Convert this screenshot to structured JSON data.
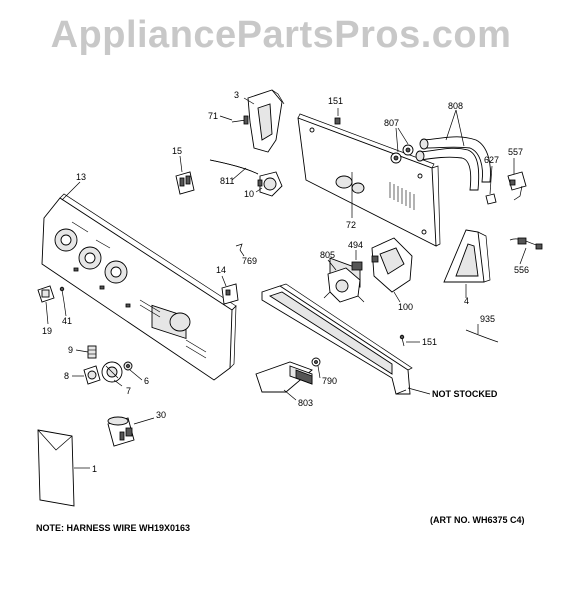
{
  "watermark": "AppliancePartsPros.com",
  "notes": {
    "harness": "NOTE: HARNESS WIRE WH19X0163",
    "art_no": "(ART NO. WH6375 C4)",
    "not_stocked": "NOT STOCKED"
  },
  "labels": {
    "p3": "3",
    "p71": "71",
    "p151a": "151",
    "p807": "807",
    "p808": "808",
    "p15": "15",
    "p811": "811",
    "p10": "10",
    "p627": "627",
    "p557": "557",
    "p13": "13",
    "p72": "72",
    "p494": "494",
    "p805": "805",
    "p769": "769",
    "p14": "14",
    "p556": "556",
    "p19": "19",
    "p41": "41",
    "p100": "100",
    "p4": "4",
    "p935": "935",
    "p151b": "151",
    "p9": "9",
    "p8": "8",
    "p6": "6",
    "p7": "7",
    "p790": "790",
    "p803": "803",
    "p30": "30",
    "p1": "1"
  }
}
